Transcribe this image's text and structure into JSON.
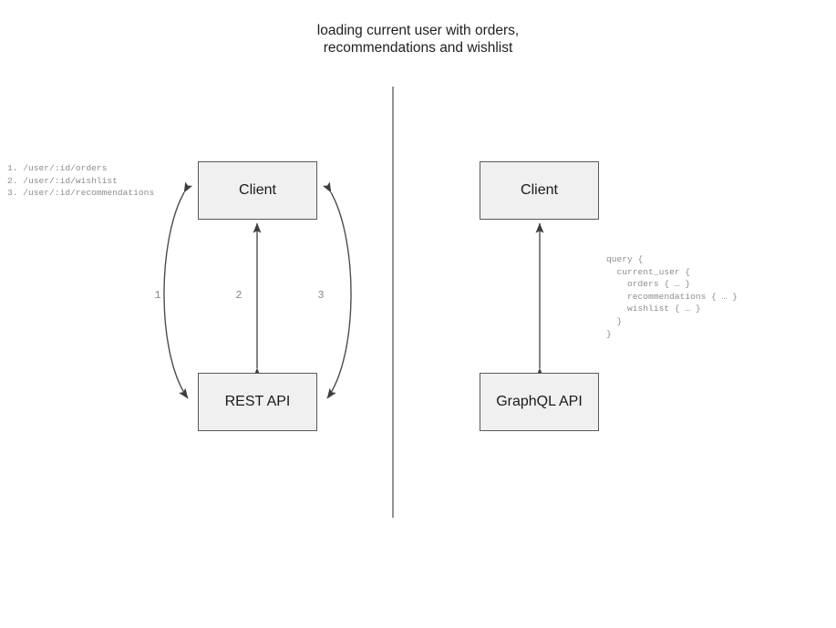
{
  "title": "loading current user with orders,\nrecommendations and wishlist",
  "divider": {
    "name": "panel-divider",
    "color": "#6e6e6e"
  },
  "theme": {
    "box_fill": "#f0f0f0",
    "box_stroke": "#595959",
    "arrow_stroke": "#4d4d4d",
    "note_text": "#8d8d8d",
    "label_text": "#8a8a8a",
    "title_text": "#1f1f1f"
  },
  "rest_panel": {
    "name": "rest-panel",
    "client_label": "Client",
    "api_label": "REST API",
    "endpoints_note": "1. /user/:id/orders\n2. /user/:id/wishlist\n3. /user/:id/recommendations",
    "endpoints": [
      {
        "number": "1",
        "path": "/user/:id/orders"
      },
      {
        "number": "2",
        "path": "/user/:id/wishlist"
      },
      {
        "number": "3",
        "path": "/user/:id/recommendations"
      }
    ],
    "edge_labels": [
      "1",
      "2",
      "3"
    ],
    "request_count": 3
  },
  "graphql_panel": {
    "name": "graphql-panel",
    "client_label": "Client",
    "api_label": "GraphQL API",
    "query_note": "query {\n  current_user {\n    orders { … }\n    recommendations { … }\n    wishlist { … }\n  }\n}",
    "query_fields": [
      "orders",
      "recommendations",
      "wishlist"
    ],
    "request_count": 1
  }
}
